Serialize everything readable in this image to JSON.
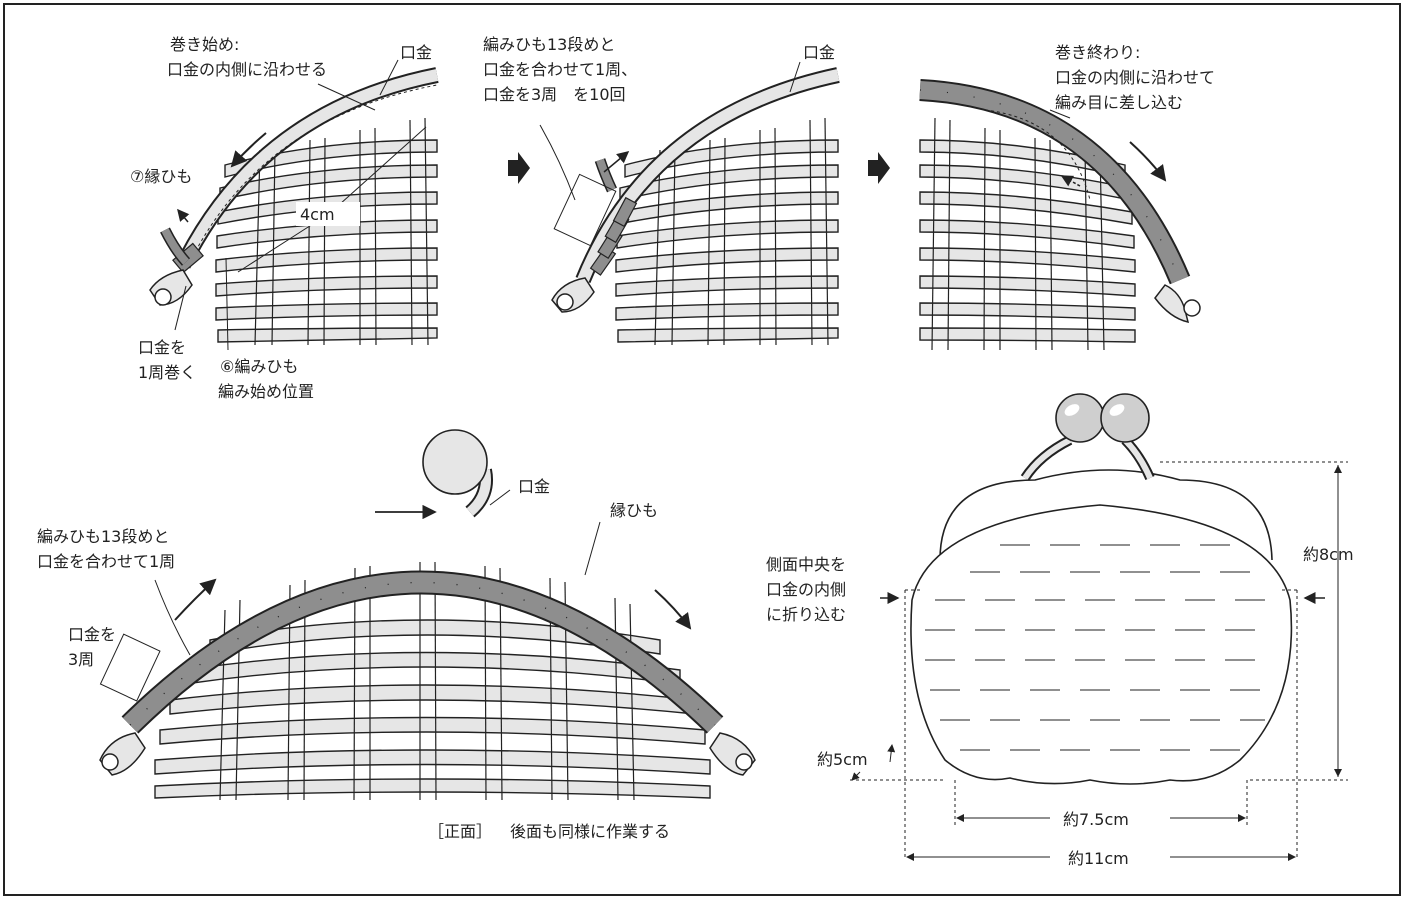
{
  "panel1": {
    "start_title": "巻き始め:",
    "start_desc": "口金の内側に沿わせる",
    "clasp": "口金",
    "rim_cord": "⑦縁ひも",
    "width": "4cm",
    "wrap_once_1": "口金を",
    "wrap_once_2": "1周巻く",
    "weave_start_1": "⑥編みひも",
    "weave_start_2": "編み始め位置"
  },
  "panel2": {
    "line1": "編みひも13段めと",
    "line2": "口金を合わせて1周、",
    "line3": "口金を3周　を10回",
    "clasp": "口金"
  },
  "panel3": {
    "end_title": "巻き終わり:",
    "end_desc_1": "口金の内側に沿わせて",
    "end_desc_2": "編み目に差し込む"
  },
  "panel4": {
    "combine_1": "編みひも13段めと",
    "combine_2": "口金を合わせて1周",
    "wrap3_1": "口金を",
    "wrap3_2": "3周",
    "clasp": "口金",
    "rim_cord": "縁ひも",
    "front": "［正面］",
    "back_note": "後面も同様に作業する"
  },
  "panel5": {
    "fold_1": "側面中央を",
    "fold_2": "口金の内側",
    "fold_3": "に折り込む",
    "height": "約8cm",
    "bottom_h": "約5cm",
    "inner_w": "約7.5cm",
    "outer_w": "約11cm"
  },
  "colors": {
    "cord_light": "#e6e6e6",
    "cord_dark": "#8e8e8e",
    "line": "#222222"
  }
}
